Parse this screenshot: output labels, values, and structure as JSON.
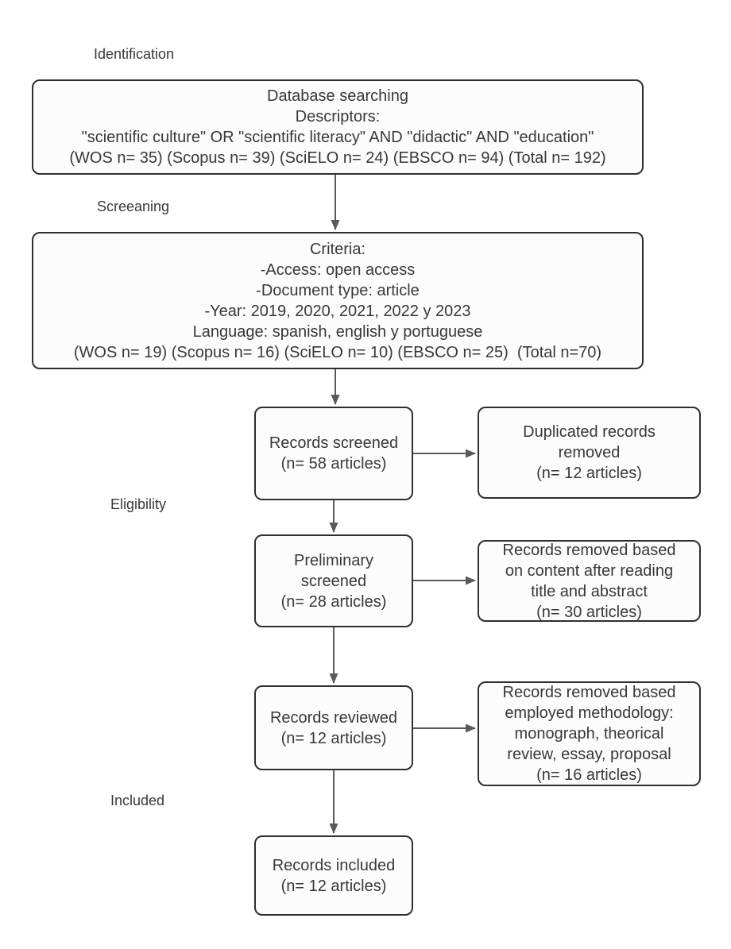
{
  "diagram": {
    "stage_labels": [
      {
        "id": "identification",
        "text": "Identification"
      },
      {
        "id": "screeaning",
        "text": "Screeaning"
      },
      {
        "id": "eligibility",
        "text": "Eligibility"
      },
      {
        "id": "included",
        "text": "Included"
      }
    ],
    "boxes": [
      {
        "id": "database-searching",
        "lines": [
          "Database searching",
          "Descriptors:",
          "\"scientific culture\" OR \"scientific literacy\" AND \"didactic\" AND \"education\"",
          "(WOS n= 35) (Scopus n= 39) (SciELO n= 24) (EBSCO n= 94) (Total n= 192)"
        ]
      },
      {
        "id": "criteria",
        "lines": [
          "Criteria:",
          "-Access: open access",
          "-Document type: article",
          "-Year: 2019, 2020, 2021, 2022 y 2023",
          "Language: spanish, english y portuguese",
          "(WOS n= 19) (Scopus n= 16) (SciELO n= 10) (EBSCO n= 25)  (Total n=70)"
        ]
      },
      {
        "id": "records-screened",
        "lines": [
          "Records screened",
          "(n= 58 articles)"
        ]
      },
      {
        "id": "duplicated-records-removed",
        "lines": [
          "Duplicated records",
          "removed",
          "(n= 12 articles)"
        ]
      },
      {
        "id": "preliminary-screened",
        "lines": [
          "Preliminary",
          "screened",
          "(n= 28 articles)"
        ]
      },
      {
        "id": "records-removed-content",
        "lines": [
          "Records removed based",
          "on content after reading",
          "title and abstract",
          "(n= 30 articles)"
        ]
      },
      {
        "id": "records-reviewed",
        "lines": [
          "Records reviewed",
          "(n= 12 articles)"
        ]
      },
      {
        "id": "records-removed-methodology",
        "lines": [
          "Records removed based",
          "employed methodology:",
          "monograph, theorical",
          "review, essay, proposal",
          "(n= 16 articles)"
        ]
      },
      {
        "id": "records-included",
        "lines": [
          "Records included",
          "(n= 12 articles)"
        ]
      }
    ],
    "colors": {
      "background": "#ffffff",
      "box_fill": "#fcfcfc",
      "box_border": "#2f2f2f",
      "arrow": "#5a5a5a",
      "text": "#383838"
    }
  }
}
